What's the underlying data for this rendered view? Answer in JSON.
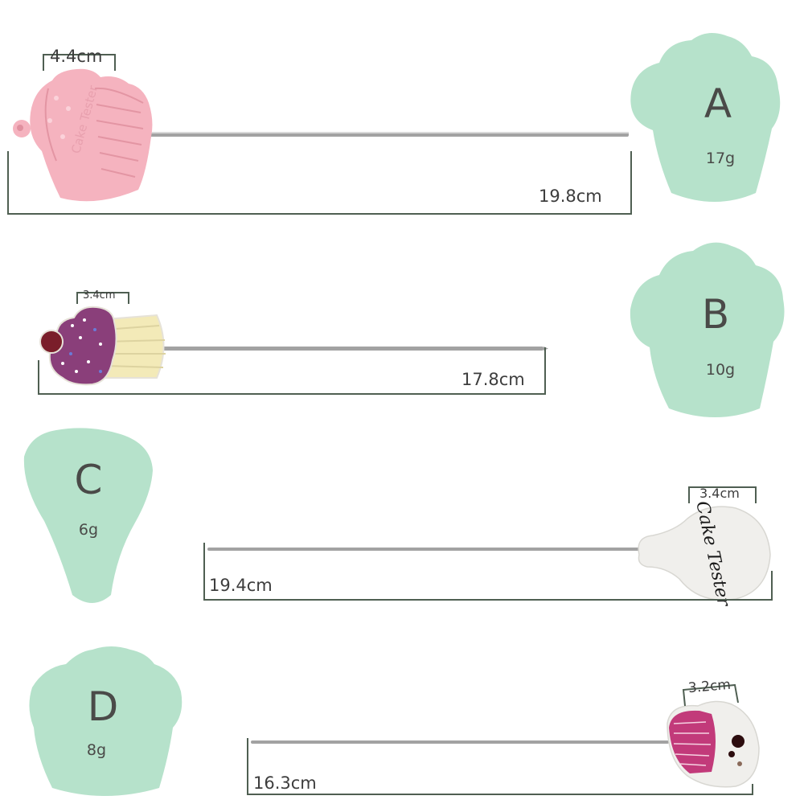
{
  "colors": {
    "mint": "#b6e2cb",
    "bracket": "#4f5f52",
    "needle": "#9a9a9a",
    "pink_handle": "#f5b3bf",
    "white_handle": "#f0efec",
    "cream": "#f3eab8",
    "purple_frosting": "#8a3f7a",
    "cherry": "#7a1e2a",
    "magenta_cup": "#c23a7a"
  },
  "products": [
    {
      "id": "A",
      "letter": "A",
      "weight": "17g",
      "length": "19.8cm",
      "head_width": "4.4cm",
      "handle_text": "Cake Tester"
    },
    {
      "id": "B",
      "letter": "B",
      "weight": "10g",
      "length": "17.8cm",
      "head_width": "3.4cm"
    },
    {
      "id": "C",
      "letter": "C",
      "weight": "6g",
      "length": "19.4cm",
      "head_width": "3.4cm",
      "handle_text": "Cake Tester"
    },
    {
      "id": "D",
      "letter": "D",
      "weight": "8g",
      "length": "16.3cm",
      "head_width": "3.2cm"
    }
  ]
}
